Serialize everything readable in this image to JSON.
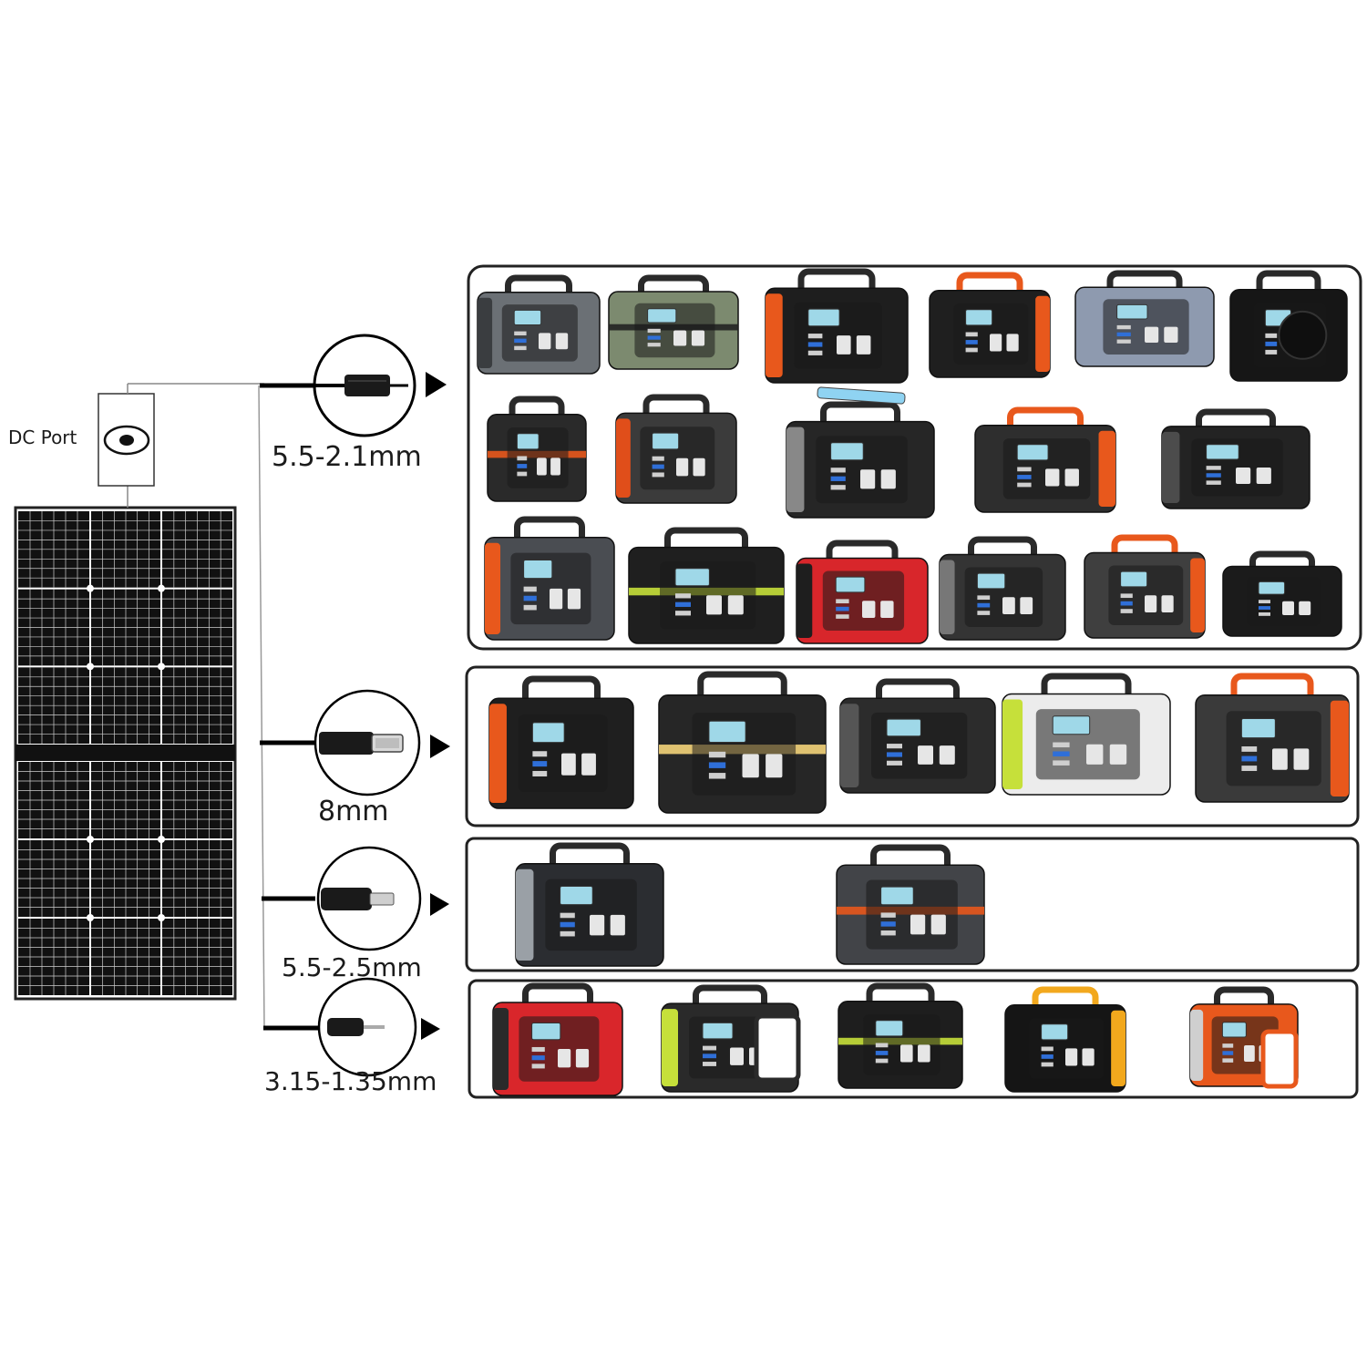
{
  "port": {
    "label": "DC Port"
  },
  "connectors": [
    {
      "label": "5.5-2.1mm",
      "device_count": 17
    },
    {
      "label": "8mm",
      "device_count": 5
    },
    {
      "label": "5.5-2.5mm",
      "device_count": 2
    },
    {
      "label": "3.15-1.35mm",
      "device_count": 5
    }
  ],
  "colors": {
    "line": "#000000",
    "panel_cell": "#111111",
    "panel_grid": "#cfcfcf",
    "accent_orange": "#e8581c",
    "accent_lime": "#c6e03a",
    "accent_red": "#d9262b",
    "device_gray": "#5a5d62"
  }
}
